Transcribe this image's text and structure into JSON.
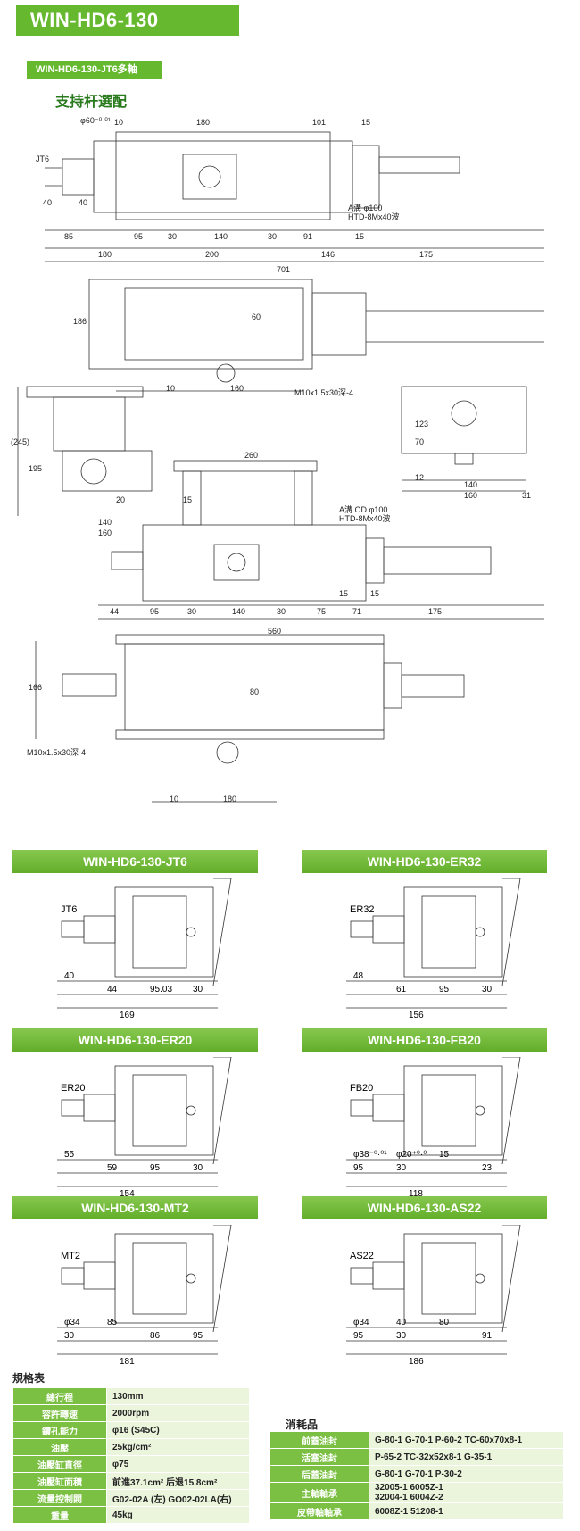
{
  "header": {
    "title": "WIN-HD6-130"
  },
  "subheader": {
    "label": "WIN-HD6-130-JT6多軸",
    "support": "支持杆選配"
  },
  "main_drawing": {
    "labels": {
      "jt6": "JT6",
      "phi60": "φ60⁻⁰·⁰¹",
      "a_phi": "A溝 φ100",
      "htd": "HTD-8Mx40波",
      "m10": "M10x1.5x30深-4",
      "m10b": "M10x1.5x30深-4",
      "a_od": "A溝 OD φ100",
      "htd2": "HTD-8Mx40波"
    },
    "dims1": [
      "10",
      "180",
      "101",
      "15",
      "40",
      "40",
      "85",
      "95",
      "30",
      "140",
      "30",
      "91",
      "15",
      "180",
      "200",
      "146",
      "175",
      "701"
    ],
    "dims2": [
      "186",
      "60",
      "10",
      "160"
    ],
    "dims3": [
      "(245)",
      "195",
      "20",
      "140",
      "160",
      "260",
      "15",
      "123",
      "70",
      "12",
      "140",
      "160",
      "31"
    ],
    "dims4": [
      "15",
      "15",
      "44",
      "95",
      "30",
      "140",
      "30",
      "75",
      "71",
      "175",
      "560"
    ],
    "dims5": [
      "166",
      "80",
      "10",
      "180"
    ]
  },
  "variants": [
    {
      "title": "WIN-HD6-130-JT6",
      "label": "JT6",
      "dims": [
        "40",
        "44",
        "95.03",
        "30",
        "169"
      ]
    },
    {
      "title": "WIN-HD6-130-ER32",
      "label": "ER32",
      "dims": [
        "48",
        "61",
        "95",
        "30",
        "156"
      ]
    },
    {
      "title": "WIN-HD6-130-ER20",
      "label": "ER20",
      "dims": [
        "55",
        "59",
        "95",
        "30",
        "154"
      ]
    },
    {
      "title": "WIN-HD6-130-FB20",
      "label": "FB20",
      "dims": [
        "φ38⁻⁰·⁰¹",
        "φ20⁺⁰·⁰",
        "15",
        "23",
        "95",
        "30",
        "118"
      ]
    },
    {
      "title": "WIN-HD6-130-MT2",
      "label": "MT2",
      "dims": [
        "φ34",
        "85",
        "86",
        "95",
        "30",
        "181"
      ]
    },
    {
      "title": "WIN-HD6-130-AS22",
      "label": "AS22",
      "dims": [
        "φ34",
        "40",
        "80",
        "91",
        "95",
        "30",
        "186"
      ]
    }
  ],
  "spec": {
    "title": "規格表",
    "rows": [
      {
        "k": "總行程",
        "v": "130mm"
      },
      {
        "k": "容許轉速",
        "v": "2000rpm"
      },
      {
        "k": "鑽孔能力",
        "v": "φ16 (S45C)"
      },
      {
        "k": "油壓",
        "v": "25kg/cm²"
      },
      {
        "k": "油壓缸直徑",
        "v": "φ75"
      },
      {
        "k": "油壓缸面積",
        "v": "前進37.1cm²    后退15.8cm²"
      },
      {
        "k": "流量控制閥",
        "v": "G02-02A (左)   GO02-02LA(右)"
      },
      {
        "k": "重量",
        "v": "45kg"
      }
    ]
  },
  "consumables": {
    "title": "消耗品",
    "rows": [
      {
        "k": "前蓋油封",
        "v": "G-80-1  G-70-1 P-60-2  TC-60x70x8-1"
      },
      {
        "k": "活塞油封",
        "v": "P-65-2  TC-32x52x8-1  G-35-1"
      },
      {
        "k": "后蓋油封",
        "v": "G-80-1  G-70-1  P-30-2"
      },
      {
        "k": "主軸軸承",
        "v": "32005-1   6005Z-1",
        "v2": "32004-1   6004Z-2"
      },
      {
        "k": "皮帶軸軸承",
        "v": "6008Z-1   51208-1"
      }
    ]
  }
}
